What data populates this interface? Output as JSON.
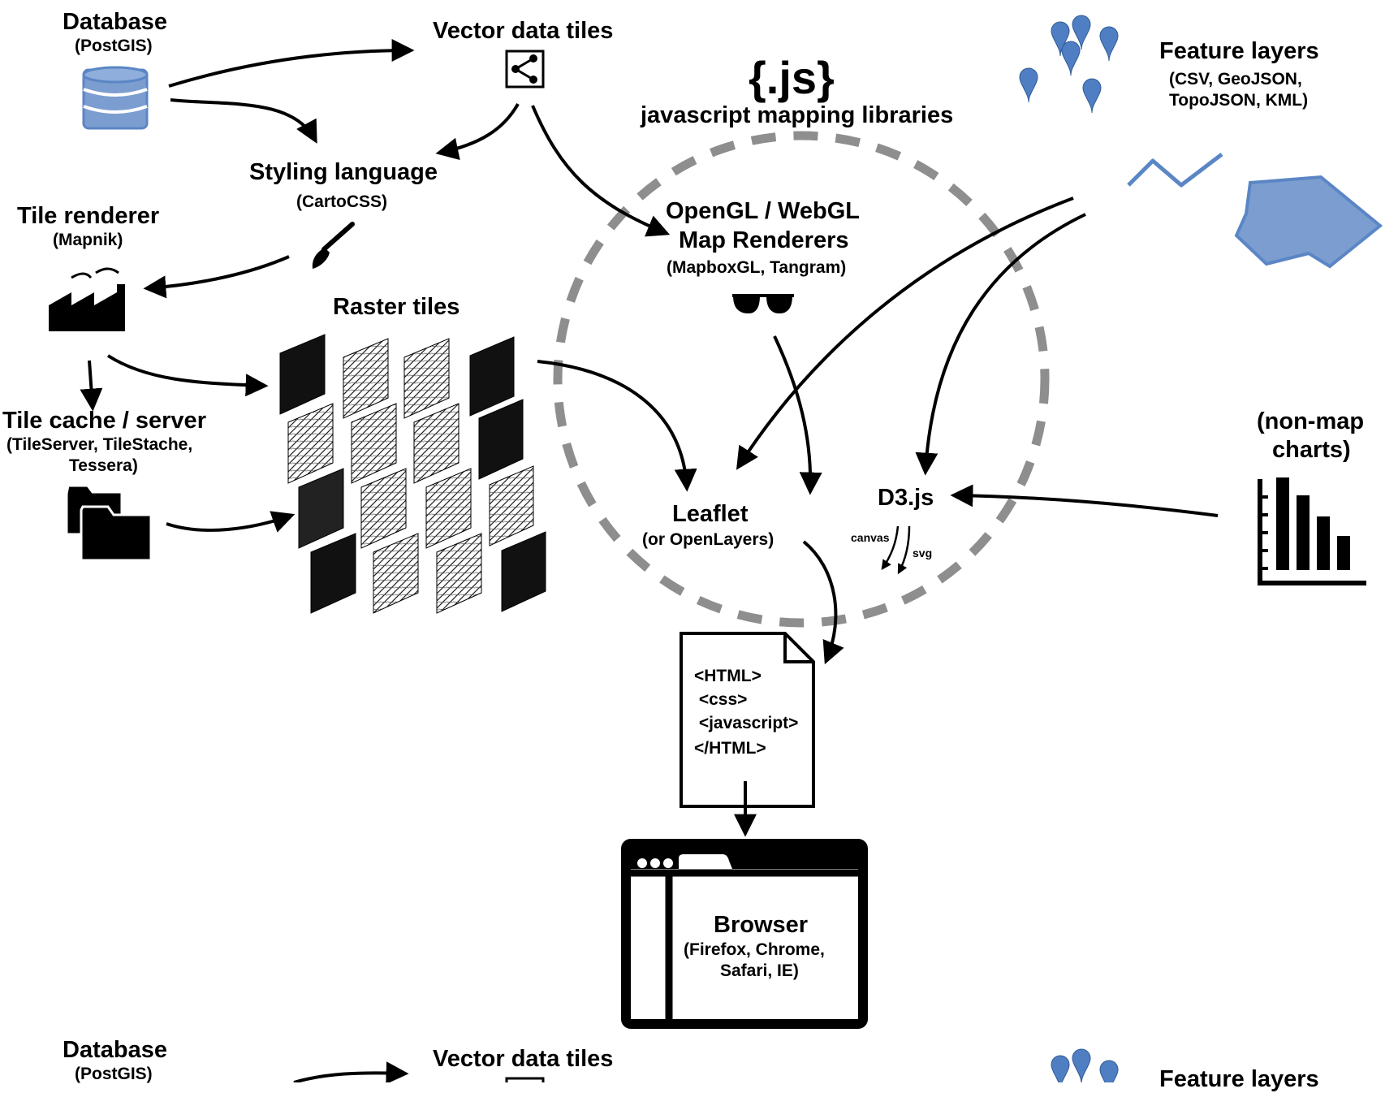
{
  "nodes": {
    "database": {
      "title": "Database",
      "subtitle": "(PostGIS)"
    },
    "vector_tiles": {
      "title": "Vector data tiles"
    },
    "js_libraries": {
      "logo": "{.js}",
      "title": "javascript mapping libraries"
    },
    "feature_layers": {
      "title": "Feature layers",
      "subtitle_line1": "(CSV, GeoJSON,",
      "subtitle_line2": "TopoJSON, KML)"
    },
    "styling": {
      "title": "Styling language",
      "subtitle": "(CartoCSS)"
    },
    "tile_renderer": {
      "title": "Tile renderer",
      "subtitle": "(Mapnik)"
    },
    "opengl": {
      "title_line1": "OpenGL / WebGL",
      "title_line2": "Map Renderers",
      "subtitle": "(MapboxGL, Tangram)"
    },
    "raster_tiles": {
      "title": "Raster tiles"
    },
    "tile_cache": {
      "title": "Tile cache / server",
      "subtitle_line1": "(TileServer, TileStache,",
      "subtitle_line2": "Tessera)"
    },
    "non_map": {
      "line1": "(non-map",
      "line2": "charts)"
    },
    "leaflet": {
      "title": "Leaflet",
      "subtitle": "(or OpenLayers)"
    },
    "d3": {
      "title": "D3.js",
      "canvas_label": "canvas",
      "svg_label": "svg"
    },
    "html_doc": {
      "line1": "<HTML>",
      "line2": " <css>",
      "line3": " <javascript>",
      "line4": "</HTML>"
    },
    "browser": {
      "title": "Browser",
      "subtitle_line1": "(Firefox, Chrome,",
      "subtitle_line2": "Safari, IE)"
    }
  },
  "repeated_fragment": {
    "database_title": "Database",
    "database_subtitle": "(PostGIS)",
    "vector_tiles_title": "Vector data tiles",
    "feature_layers_title": "Feature layers"
  },
  "colors": {
    "accent_blue": "#5b86c5",
    "accent_blue_fill": "#7c9dd0",
    "dashed_circle": "#8e8e8e",
    "ink": "#000000"
  },
  "icons": [
    "database-icon",
    "share-icon",
    "map-pin-icon",
    "paintbrush-icon",
    "factory-icon",
    "sunglasses-icon",
    "folders-icon",
    "bar-chart-icon",
    "document-icon",
    "browser-window-icon"
  ]
}
